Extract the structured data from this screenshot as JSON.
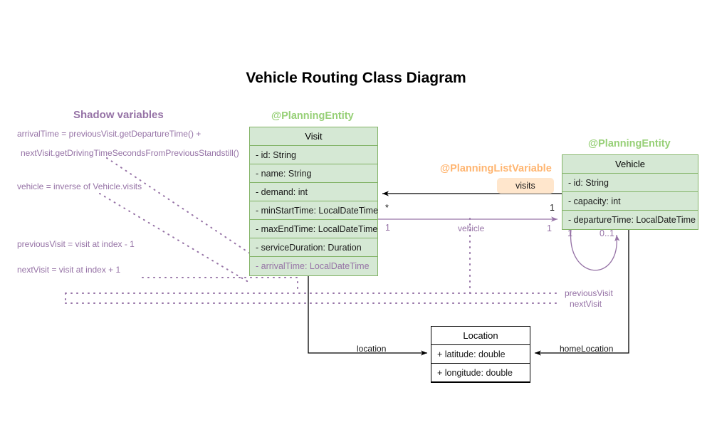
{
  "title": "Vehicle Routing Class Diagram",
  "colors": {
    "entity_fill": "#d5e8d4",
    "entity_stroke": "#82b366",
    "stereotype_green": "#97d077",
    "stereotype_orange": "#ffb570",
    "shadow_purple": "#9673a6",
    "chip_fill": "#ffe6cc",
    "plain_stroke": "#000000"
  },
  "shadow_section": {
    "title": "Shadow variables",
    "notes": [
      "arrivalTime = previousVisit.getDepartureTime() +",
      "nextVisit.getDrivingTimeSecondsFromPreviousStandstill()",
      "vehicle = inverse of Vehicle.visits",
      "previousVisit = visit at index - 1",
      "nextVisit = visit at index + 1"
    ]
  },
  "classes": {
    "visit": {
      "stereotype": "@PlanningEntity",
      "name": "Visit",
      "attributes": [
        {
          "text": "- id: String",
          "shadow": false
        },
        {
          "text": "- name: String",
          "shadow": false
        },
        {
          "text": "- demand: int",
          "shadow": false
        },
        {
          "text": "- minStartTime: LocalDateTime",
          "shadow": false
        },
        {
          "text": "- maxEndTime: LocalDateTime",
          "shadow": false
        },
        {
          "text": "- serviceDuration: Duration",
          "shadow": false
        },
        {
          "text": "- arrivalTime: LocalDateTime",
          "shadow": true
        }
      ]
    },
    "vehicle": {
      "stereotype": "@PlanningEntity",
      "name": "Vehicle",
      "attributes": [
        {
          "text": "- id: String",
          "shadow": false
        },
        {
          "text": "- capacity: int",
          "shadow": false
        },
        {
          "text": "- departureTime: LocalDateTime",
          "shadow": false
        }
      ]
    },
    "location": {
      "name": "Location",
      "attributes": [
        {
          "text": "+ latitude: double",
          "shadow": false
        },
        {
          "text": "+ longitude: double",
          "shadow": false
        }
      ]
    }
  },
  "relations": {
    "planning_list_variable_stereotype": "@PlanningListVariable",
    "visits_label": "visits",
    "visits_mult_source": "1",
    "visits_mult_target": "*",
    "vehicle_label": "vehicle",
    "vehicle_mult_source": "1",
    "vehicle_mult_target": "1",
    "self_mult_left": "1",
    "self_mult_right": "0..1",
    "previous_visit_label": "previousVisit",
    "next_visit_label": "nextVisit",
    "location_label": "location",
    "home_location_label": "homeLocation"
  }
}
